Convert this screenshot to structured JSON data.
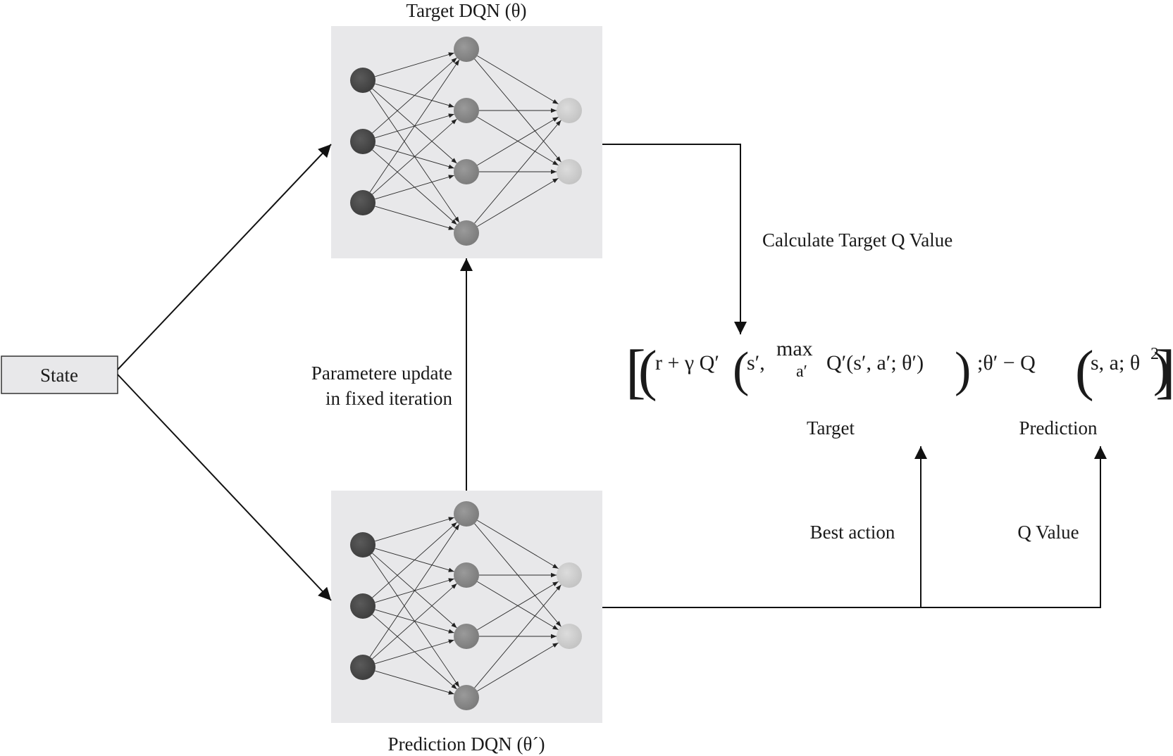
{
  "labels": {
    "target_title": "Target DQN (θ)",
    "prediction_title": "Prediction DQN (θ´)",
    "state": "State",
    "param_update_line1": "Parametere update",
    "param_update_line2": "in fixed iteration",
    "calc_target": "Calculate Target Q Value",
    "target": "Target",
    "prediction": "Prediction",
    "best_action": "Best action",
    "q_value": "Q Value"
  },
  "equation": {
    "bracket_open": "[",
    "paren1_open": "(",
    "part1": "r + γ Q′",
    "paren2_open": "(",
    "s_prime": "s′,",
    "max_word": "max",
    "max_sub": "a′",
    "part2": "Q′(s′, a′; θ′)",
    "paren2_close": ")",
    "part3": ";θ′ −  Q",
    "paren3_open": "(",
    "part4": "s, a; θ",
    "paren3_close": ")",
    "paren1_close": ")",
    "exponent": "2",
    "bracket_close": "]"
  },
  "colors": {
    "panel": "#e8e8ea",
    "input_node": "#4a4a4a",
    "hidden_node": "#8c8c8c",
    "output_node": "#cfcfcf"
  }
}
